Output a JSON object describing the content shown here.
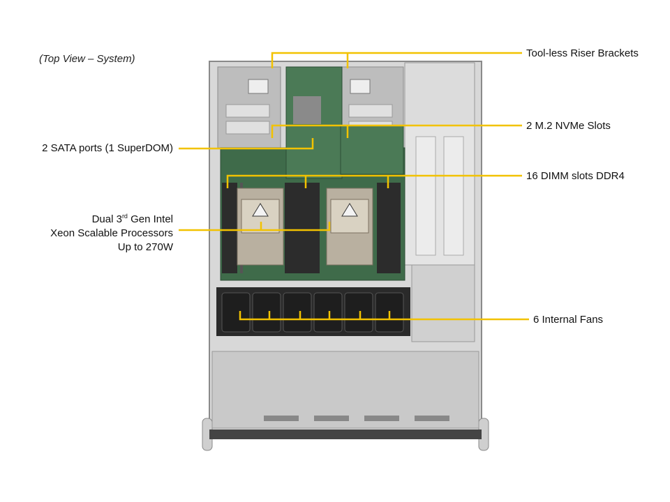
{
  "caption": "(Top View – System)",
  "labels": {
    "riser": "Tool-less Riser Brackets",
    "m2": "2 M.2 NVMe Slots",
    "sata": "2 SATA ports (1 SuperDOM)",
    "dimm": "16 DIMM slots DDR4",
    "cpu_line1_a": "Dual 3",
    "cpu_line1_sup": "rd",
    "cpu_line1_b": " Gen Intel",
    "cpu_line2": "Xeon Scalable Processors",
    "cpu_line3": "Up to 270W",
    "fans": "6 Internal  Fans"
  },
  "colors": {
    "leader": "#f2c200",
    "chassis": "#9a9a9a",
    "board": "#3f6b4a",
    "dimm": "#2c2c2c",
    "heatsink": "#b9b0a0",
    "fan": "#1e1e1e",
    "metal": "#c9c9c9"
  }
}
